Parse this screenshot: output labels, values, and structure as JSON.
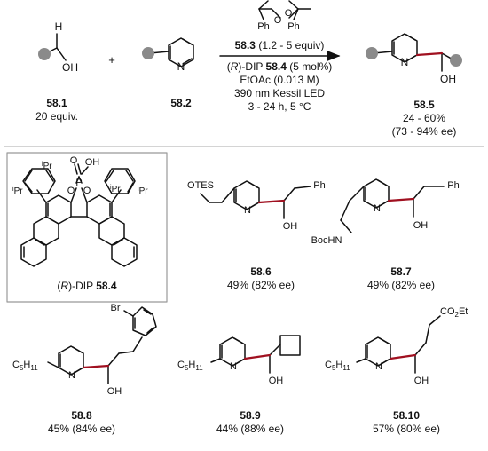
{
  "reaction": {
    "plus": "+",
    "reagent1": {
      "oh": "OH",
      "h": "H",
      "id": "58.1",
      "equiv": "20 equiv."
    },
    "reagent2": {
      "n": "N",
      "id": "58.2"
    },
    "oxidant": {
      "ph": "Ph"
    },
    "conditions": {
      "oxidant_id": "58.3",
      "oxidant_amt": " (1.2 - 5 equiv)",
      "cat_r": "(",
      "cat_r_italic": "R",
      "cat_mid": ")-DIP ",
      "cat_id": "58.4",
      "cat_amt": " (5 mol%)",
      "solvent": "EtOAc (0.013 M)",
      "light": "390 nm Kessil LED",
      "time_temp": "3 - 24 h, 5 °C"
    },
    "product": {
      "n": "N",
      "oh": "OH",
      "id": "58.5",
      "yield": "24 - 60%",
      "ee": "(73 - 94% ee)"
    }
  },
  "catalyst": {
    "p": "P",
    "o": "O",
    "oh": "OH",
    "ipr": "iPr",
    "ipr_sup": "i",
    "ipr_base": "Pr",
    "label_open": "(",
    "label_r": "R",
    "label_mid": ")-DIP ",
    "label_id": "58.4"
  },
  "products": [
    {
      "id": "58.6",
      "yield": "49% (82% ee)",
      "sub": "OTES",
      "tail": "Ph",
      "n": "N",
      "oh": "OH"
    },
    {
      "id": "58.7",
      "yield": "49% (82% ee)",
      "sub": "BocHN",
      "tail": "Ph",
      "n": "N",
      "oh": "OH"
    },
    {
      "id": "58.8",
      "yield": "45% (84% ee)",
      "sub": "C5H11",
      "tail": "Br",
      "n": "N",
      "oh": "OH"
    },
    {
      "id": "58.9",
      "yield": "44% (88% ee)",
      "sub": "C5H11",
      "n": "N",
      "oh": "OH"
    },
    {
      "id": "58.10",
      "yield": "57% (80% ee)",
      "sub": "C5H11",
      "tail": "CO2Et",
      "n": "N",
      "oh": "OH"
    }
  ],
  "subscripts": {
    "c": "C",
    "n5": "5",
    "h": "H",
    "n11": "11",
    "co": "CO",
    "n2": "2",
    "et": "Et"
  },
  "colors": {
    "bond": "#111111",
    "stereo_bond": "#a01020",
    "grey_dot": "#8a8a8a",
    "box": "#999999",
    "divider": "#bbbbbb"
  }
}
